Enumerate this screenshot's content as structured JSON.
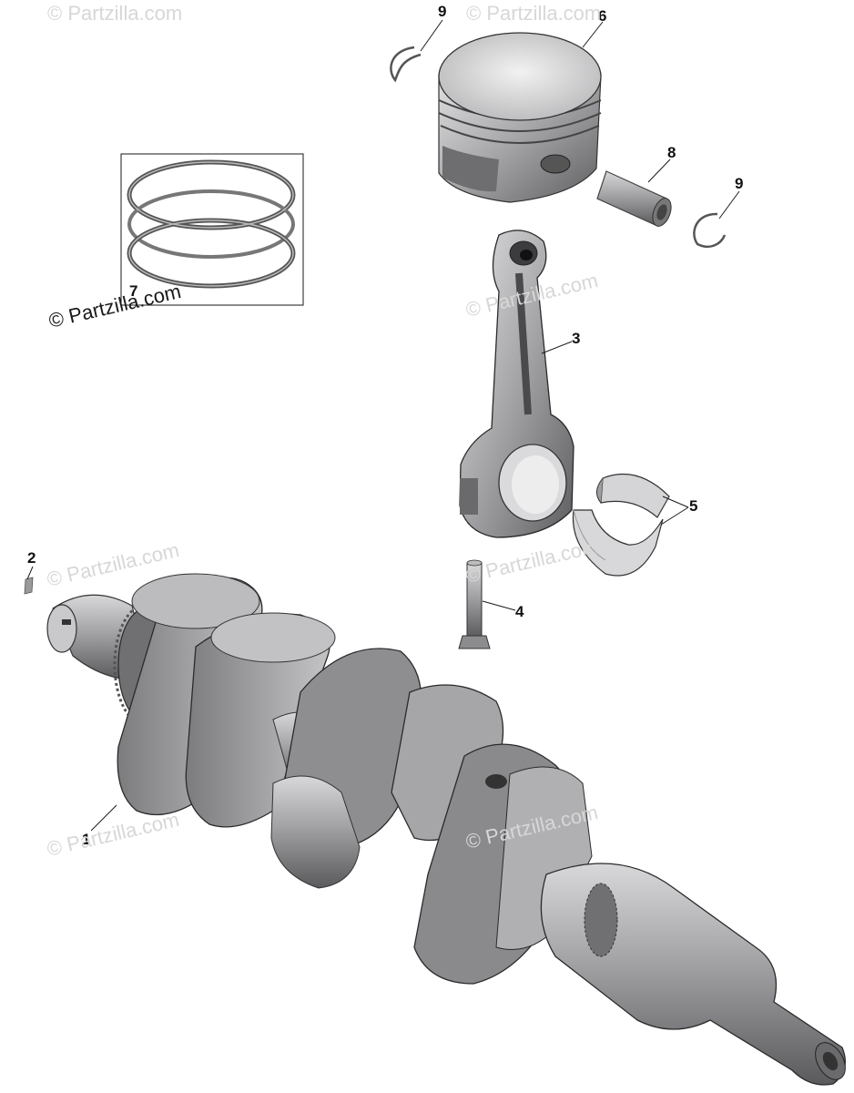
{
  "watermark": "© Partzilla.com",
  "callouts": [
    {
      "id": "1",
      "label": "1"
    },
    {
      "id": "2",
      "label": "2"
    },
    {
      "id": "3",
      "label": "3"
    },
    {
      "id": "4",
      "label": "4"
    },
    {
      "id": "5",
      "label": "5"
    },
    {
      "id": "6",
      "label": "6"
    },
    {
      "id": "7",
      "label": "7"
    },
    {
      "id": "8",
      "label": "8"
    },
    {
      "id": "9a",
      "label": "9"
    },
    {
      "id": "9b",
      "label": "9"
    }
  ],
  "colors": {
    "metal_dark": "#6e6e70",
    "metal_mid": "#9b9b9e",
    "metal_light": "#d2d2d4",
    "line": "#1a1a1a"
  }
}
